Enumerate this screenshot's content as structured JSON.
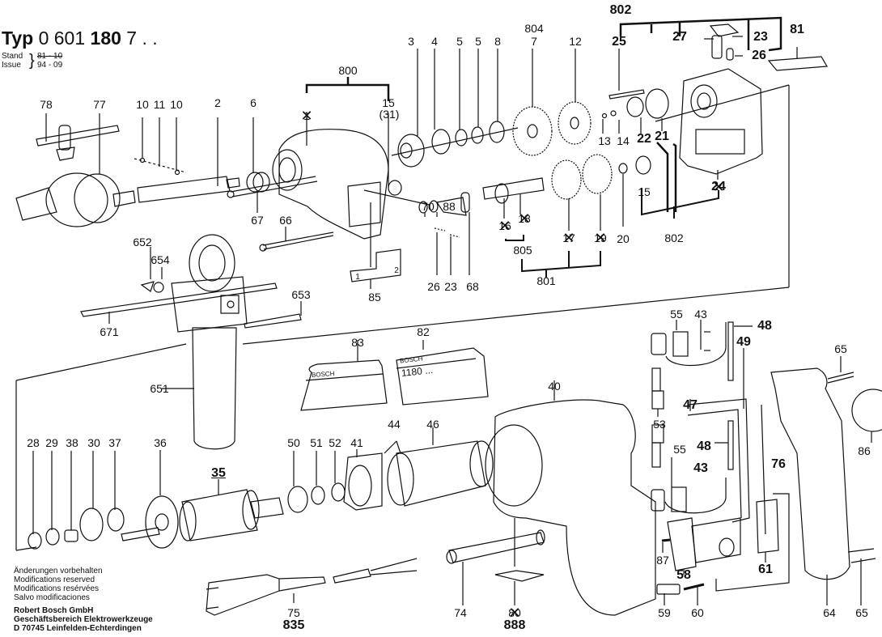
{
  "header": {
    "typ_label": "Typ",
    "typ_number_prefix": "0 601",
    "typ_number_bold": "180",
    "typ_number_suffix": "7 . .",
    "stand_label": "Stand",
    "issue_label": "Issue",
    "stand_value": "81 - 10",
    "issue_value": "94 - 09"
  },
  "footer": {
    "notes": [
      "Änderungen vorbehalten",
      "Modifications reserved",
      "Modifications resérvées",
      "Salvo modificaciones"
    ],
    "company": [
      "Robert Bosch GmbH",
      "Geschäftsbereich Elektrowerkzeuge",
      "D 70745 Leinfelden-Echterdingen"
    ]
  },
  "plates": {
    "p83_brand": "BOSCH",
    "p82_brand": "BOSCH",
    "p82_number": "1180 ..."
  },
  "callouts": [
    {
      "id": "78",
      "text": "78"
    },
    {
      "id": "77",
      "text": "77"
    },
    {
      "id": "10a",
      "text": "10"
    },
    {
      "id": "11",
      "text": "11"
    },
    {
      "id": "10b",
      "text": "10"
    },
    {
      "id": "2",
      "text": "2"
    },
    {
      "id": "6",
      "text": "6"
    },
    {
      "id": "800",
      "text": "800"
    },
    {
      "id": "1",
      "text": "1",
      "crossed": true
    },
    {
      "id": "15a",
      "text": "15"
    },
    {
      "id": "31",
      "text": "(31)"
    },
    {
      "id": "3",
      "text": "3"
    },
    {
      "id": "4",
      "text": "4"
    },
    {
      "id": "5a",
      "text": "5"
    },
    {
      "id": "5b",
      "text": "5"
    },
    {
      "id": "8",
      "text": "8"
    },
    {
      "id": "804",
      "text": "804"
    },
    {
      "id": "7",
      "text": "7"
    },
    {
      "id": "12",
      "text": "12"
    },
    {
      "id": "802a",
      "text": "802"
    },
    {
      "id": "25",
      "text": "25"
    },
    {
      "id": "27",
      "text": "27"
    },
    {
      "id": "23a",
      "text": "23"
    },
    {
      "id": "26a",
      "text": "26"
    },
    {
      "id": "81",
      "text": "81"
    },
    {
      "id": "13",
      "text": "13"
    },
    {
      "id": "14",
      "text": "14"
    },
    {
      "id": "22",
      "text": "22"
    },
    {
      "id": "21",
      "text": "21"
    },
    {
      "id": "15b",
      "text": "15"
    },
    {
      "id": "24",
      "text": "24",
      "crossed": true
    },
    {
      "id": "802b",
      "text": "802"
    },
    {
      "id": "70",
      "text": "70"
    },
    {
      "id": "88",
      "text": "88"
    },
    {
      "id": "16",
      "text": "16",
      "crossed": true
    },
    {
      "id": "18",
      "text": "18",
      "crossed": true
    },
    {
      "id": "805",
      "text": "805"
    },
    {
      "id": "17",
      "text": "17",
      "crossed": true
    },
    {
      "id": "19",
      "text": "19",
      "crossed": true
    },
    {
      "id": "20",
      "text": "20"
    },
    {
      "id": "801",
      "text": "801"
    },
    {
      "id": "67",
      "text": "67"
    },
    {
      "id": "66",
      "text": "66"
    },
    {
      "id": "652",
      "text": "652"
    },
    {
      "id": "654",
      "text": "654"
    },
    {
      "id": "653",
      "text": "653"
    },
    {
      "id": "671",
      "text": "671"
    },
    {
      "id": "85",
      "text": "85"
    },
    {
      "id": "26b",
      "text": "26"
    },
    {
      "id": "23b",
      "text": "23"
    },
    {
      "id": "68",
      "text": "68"
    },
    {
      "id": "83",
      "text": "83"
    },
    {
      "id": "82",
      "text": "82"
    },
    {
      "id": "651",
      "text": "651"
    },
    {
      "id": "40",
      "text": "40"
    },
    {
      "id": "55a",
      "text": "55"
    },
    {
      "id": "43a",
      "text": "43"
    },
    {
      "id": "48a",
      "text": "48"
    },
    {
      "id": "49",
      "text": "49"
    },
    {
      "id": "65a",
      "text": "65"
    },
    {
      "id": "86",
      "text": "86"
    },
    {
      "id": "47",
      "text": "47"
    },
    {
      "id": "53",
      "text": "53"
    },
    {
      "id": "55b",
      "text": "55"
    },
    {
      "id": "48b",
      "text": "48"
    },
    {
      "id": "43b",
      "text": "43"
    },
    {
      "id": "76",
      "text": "76"
    },
    {
      "id": "28",
      "text": "28"
    },
    {
      "id": "29",
      "text": "29"
    },
    {
      "id": "38",
      "text": "38"
    },
    {
      "id": "30",
      "text": "30"
    },
    {
      "id": "37",
      "text": "37"
    },
    {
      "id": "36",
      "text": "36"
    },
    {
      "id": "35",
      "text": "35",
      "underline": true
    },
    {
      "id": "50",
      "text": "50"
    },
    {
      "id": "51",
      "text": "51"
    },
    {
      "id": "52",
      "text": "52"
    },
    {
      "id": "41",
      "text": "41"
    },
    {
      "id": "44",
      "text": "44"
    },
    {
      "id": "46",
      "text": "46"
    },
    {
      "id": "87",
      "text": "87"
    },
    {
      "id": "58",
      "text": "58"
    },
    {
      "id": "61",
      "text": "61"
    },
    {
      "id": "59",
      "text": "59"
    },
    {
      "id": "60",
      "text": "60"
    },
    {
      "id": "64",
      "text": "64"
    },
    {
      "id": "65b",
      "text": "65"
    },
    {
      "id": "75",
      "text": "75"
    },
    {
      "id": "835",
      "text": "835"
    },
    {
      "id": "74",
      "text": "74"
    },
    {
      "id": "80",
      "text": "80",
      "crossed": true
    },
    {
      "id": "888",
      "text": "888"
    },
    {
      "id": "85-1",
      "text": "1"
    },
    {
      "id": "85-2",
      "text": "2"
    }
  ]
}
